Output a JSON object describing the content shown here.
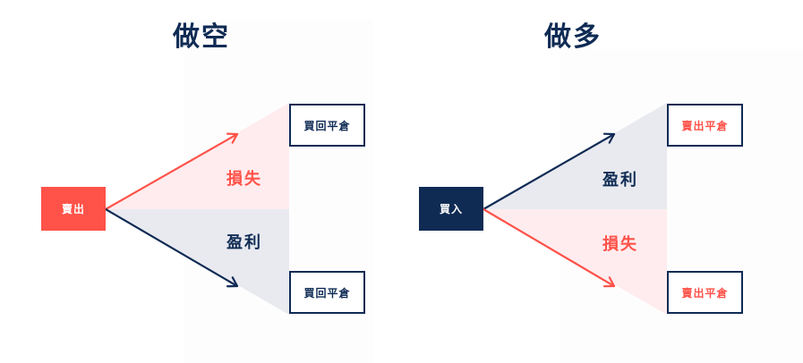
{
  "colors": {
    "navy": "#0f2b54",
    "red": "#ff5249",
    "loss_fill": "#ffecee",
    "profit_fill": "#e9eaf0",
    "white": "#ffffff"
  },
  "diagrams": [
    {
      "title": "做空",
      "source": {
        "label": "賣出",
        "color": "red"
      },
      "upper": {
        "zone_label": "損失",
        "zone_kind": "loss",
        "arrow_color": "red",
        "target_label": "買回平倉",
        "target_text_color": "navy"
      },
      "lower": {
        "zone_label": "盈利",
        "zone_kind": "profit",
        "arrow_color": "navy",
        "target_label": "買回平倉",
        "target_text_color": "navy"
      }
    },
    {
      "title": "做多",
      "source": {
        "label": "買入",
        "color": "navy"
      },
      "upper": {
        "zone_label": "盈利",
        "zone_kind": "profit",
        "arrow_color": "navy",
        "target_label": "賣出平倉",
        "target_text_color": "red"
      },
      "lower": {
        "zone_label": "損失",
        "zone_kind": "loss",
        "arrow_color": "red",
        "target_label": "賣出平倉",
        "target_text_color": "red"
      }
    }
  ]
}
